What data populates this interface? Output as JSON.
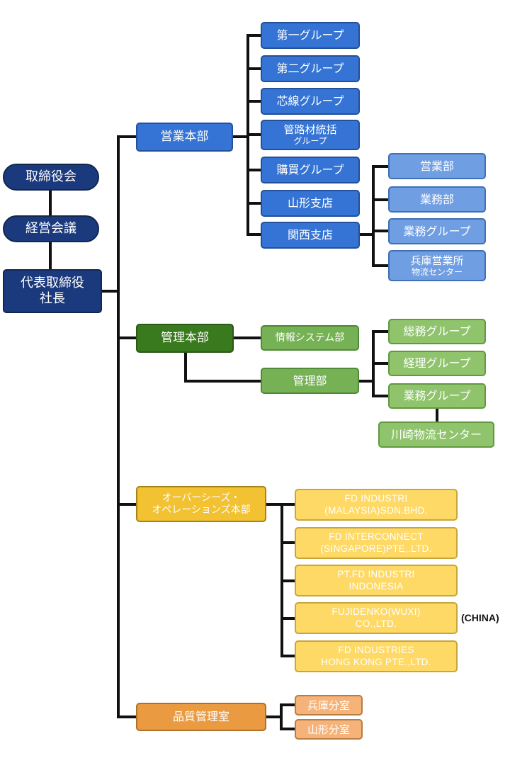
{
  "top": {
    "board": "取締役会",
    "meeting": "経営会議",
    "president_line1": "代表取締役",
    "president_line2": "社長"
  },
  "sales_hq": {
    "label": "営業本部",
    "groups": [
      "第一グループ",
      "第二グループ",
      "芯線グループ"
    ],
    "pipe_line1": "管路材統括",
    "pipe_line2": "グループ",
    "purchase": "購買グループ",
    "yamagata_branch": "山形支店",
    "kansai_branch": "関西支店",
    "kansai_units": [
      "営業部",
      "業務部",
      "業務グループ"
    ],
    "hyogo_line1": "兵庫営業所",
    "hyogo_line2": "物流センター"
  },
  "admin_hq": {
    "label": "管理本部",
    "info_systems": "情報システム部",
    "admin_dept": "管理部",
    "admin_groups": [
      "総務グループ",
      "経理グループ",
      "業務グループ"
    ],
    "kawasaki": "川崎物流センター"
  },
  "overseas_hq": {
    "line1": "オーバーシーズ・",
    "line2": "オペレーションズ本部",
    "companies": [
      {
        "line1": "FD INDUSTRI",
        "line2": "(MALAYSIA)SDN.BHD."
      },
      {
        "line1": "FD INTERCONNECT",
        "line2": "(SINGAPORE)PTE,.LTD."
      },
      {
        "line1": "PT.FD INDUSTRI",
        "line2": "INDONESIA"
      },
      {
        "line1": "FUJIDENKO(WUXI)",
        "line2": "CO.,LTD."
      },
      {
        "line1": "FD INDUSTRIES",
        "line2": "HONG KONG PTE.,LTD."
      }
    ],
    "china_note": "(CHINA)"
  },
  "quality": {
    "label": "品質管理室",
    "offices": [
      "兵庫分室",
      "山形分室"
    ]
  },
  "colors": {
    "navy": "#1b3a7e",
    "sales_blue": "#3574d4",
    "admin_green": "#3a7a1e",
    "overseas_yellow": "#f2c232",
    "quality_orange": "#ea9a40",
    "connector": "#111111"
  }
}
